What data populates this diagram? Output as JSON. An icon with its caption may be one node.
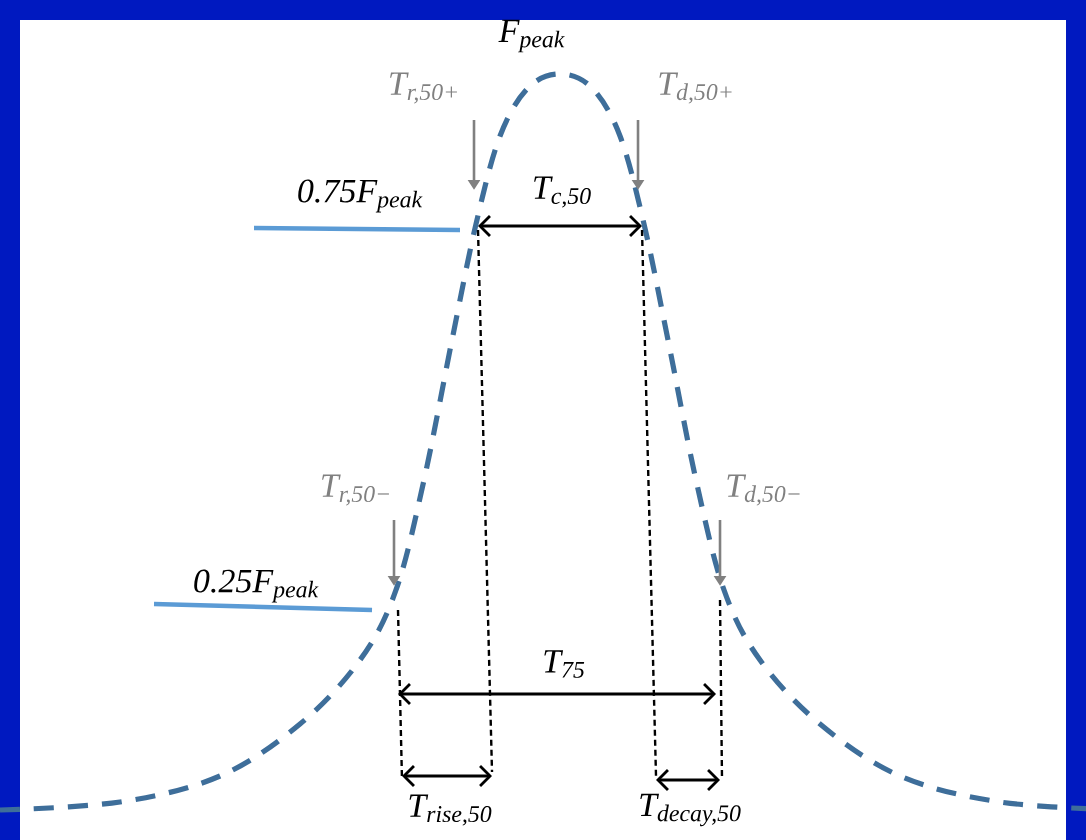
{
  "diagram": {
    "labels": [
      "F$_{peak}$",
      "T$_{r,50+}$",
      "T$_{d,50+}$",
      "0.75F$_{peak}$",
      "T$_{c,50}$",
      "T$_{r,50−}$",
      "T$_{d,50−}$",
      "0.25F$_{peak}$",
      "T$_{75}$",
      "T$_{rise,50}$",
      "T$_{decay,50}$"
    ]
  }
}
